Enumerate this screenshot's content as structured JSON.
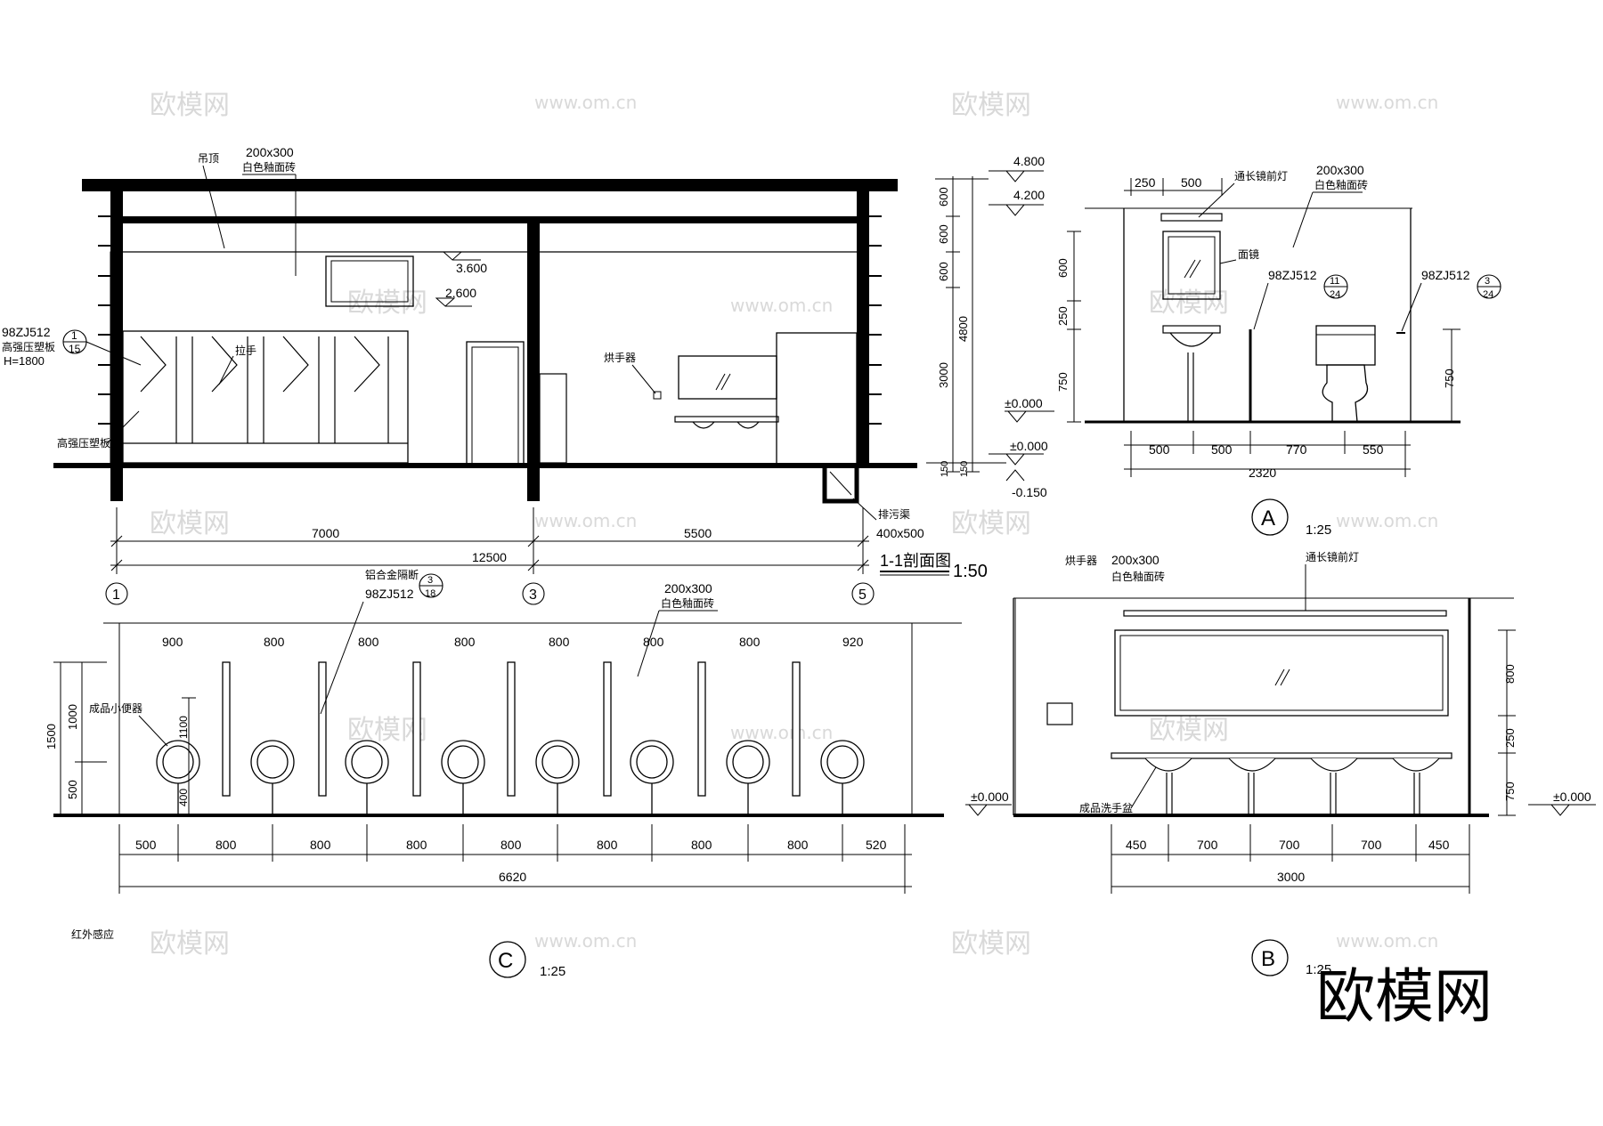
{
  "watermarks": {
    "brand": "欧模网",
    "url": "www.om.cn",
    "corner": "欧模网"
  },
  "section_1_1": {
    "title": "1-1剖面图",
    "scale": "1:50",
    "ceiling_label": "吊顶",
    "tile_size": "200x300",
    "tile_label": "白色釉面砖",
    "std_ref": "98ZJ512",
    "std_ref_num": "1",
    "std_ref_den": "15",
    "board_label": "高强压塑板",
    "board_height": "H=1800",
    "handle_label": "拉手",
    "board_label_2": "高强压塑板",
    "hand_dryer": "烘手器",
    "level_360": "3.600",
    "level_260": "2.600",
    "drain_label": "排污渠",
    "drain_size": "400x500",
    "elev_4800": "4.800",
    "elev_4200": "4.200",
    "elev_0": "±0.000",
    "elev_neg": "-0.150",
    "right_dims": [
      "600",
      "600",
      "600",
      "3000",
      "150",
      "150"
    ],
    "total_height": "4800",
    "bottom_dims": [
      "7000",
      "5500"
    ],
    "total_width": "12500",
    "axes": [
      "1",
      "3",
      "5"
    ]
  },
  "detail_a": {
    "tag": "A",
    "scale": "1:25",
    "top_dims": [
      "250",
      "500"
    ],
    "mirror_light": "通长镜前灯",
    "tile_size": "200x300",
    "tile_label": "白色釉面砖",
    "mirror_label": "面镜",
    "ref1": "98ZJ512",
    "ref1_num": "11",
    "ref1_den": "24",
    "ref2": "98ZJ512",
    "ref2_num": "3",
    "ref2_den": "24",
    "left_dims": [
      "600",
      "250",
      "750"
    ],
    "right_dim": "750",
    "elev": "±0.000",
    "bottom_dims": [
      "500",
      "500",
      "770",
      "550"
    ],
    "total": "2320"
  },
  "detail_c": {
    "tag": "C",
    "scale": "1:25",
    "partition_label": "铝合金隔断",
    "partition_num": "3",
    "partition_den": "18",
    "partition_ref": "98ZJ512",
    "tile_size": "200x300",
    "tile_label": "白色釉面砖",
    "urinal_label": "成品小便器",
    "top_dims": [
      "900",
      "800",
      "800",
      "800",
      "800",
      "800",
      "800",
      "920"
    ],
    "left_dims": [
      "1500",
      "1000",
      "500"
    ],
    "inner_dims": [
      "1100",
      "400"
    ],
    "bottom_dims": [
      "500",
      "800",
      "800",
      "800",
      "800",
      "800",
      "800",
      "800",
      "520"
    ],
    "total": "6620",
    "note": "红外感应"
  },
  "detail_b": {
    "tag": "B",
    "scale": "1:25",
    "hand_dryer": "烘手器",
    "tile_size": "200x300",
    "tile_label": "白色釉面砖",
    "mirror_light": "通长镜前灯",
    "basin_label": "成品洗手盆",
    "right_dims": [
      "800",
      "250",
      "750"
    ],
    "elev_left": "±0.000",
    "elev_right": "±0.000",
    "bottom_dims": [
      "450",
      "700",
      "700",
      "700",
      "450"
    ],
    "total": "3000"
  }
}
